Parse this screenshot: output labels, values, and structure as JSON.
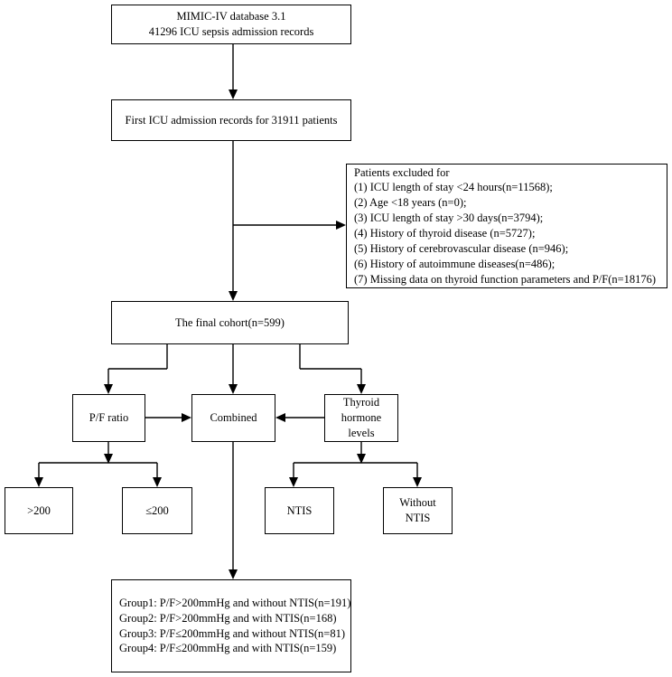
{
  "flowchart": {
    "source": {
      "line1": "MIMIC-IV database 3.1",
      "line2": "41296 ICU sepsis admission records"
    },
    "first_admission": {
      "text": "First ICU admission records for 31911 patients"
    },
    "exclusion": {
      "title": "Patients excluded for",
      "items": [
        "(1) ICU length of stay <24 hours(n=11568);",
        "(2) Age <18 years (n=0);",
        "(3) ICU length of stay >30 days(n=3794);",
        "(4) History of thyroid disease (n=5727);",
        "(5) History of cerebrovascular disease (n=946);",
        "(6) History of autoimmune diseases(n=486);",
        "(7) Missing data on thyroid function parameters and P/F(n=18176)"
      ]
    },
    "final_cohort": {
      "text": "The final cohort(n=599)"
    },
    "pf_ratio": {
      "text": "P/F ratio"
    },
    "combined": {
      "text": "Combined"
    },
    "thyroid": {
      "line1": "Thyroid",
      "line2": "hormone",
      "line3": "levels"
    },
    "pf_high": {
      "text": ">200"
    },
    "pf_low": {
      "text": "≤200"
    },
    "ntis": {
      "text": "NTIS"
    },
    "without_ntis": {
      "line1": "Without",
      "line2": "NTIS"
    },
    "groups": {
      "items": [
        "Group1: P/F>200mmHg and without NTIS(n=191)",
        "Group2: P/F>200mmHg and with NTIS(n=168)",
        "Group3: P/F≤200mmHg and without NTIS(n=81)",
        "Group4: P/F≤200mmHg and with NTIS(n=159)"
      ]
    }
  }
}
